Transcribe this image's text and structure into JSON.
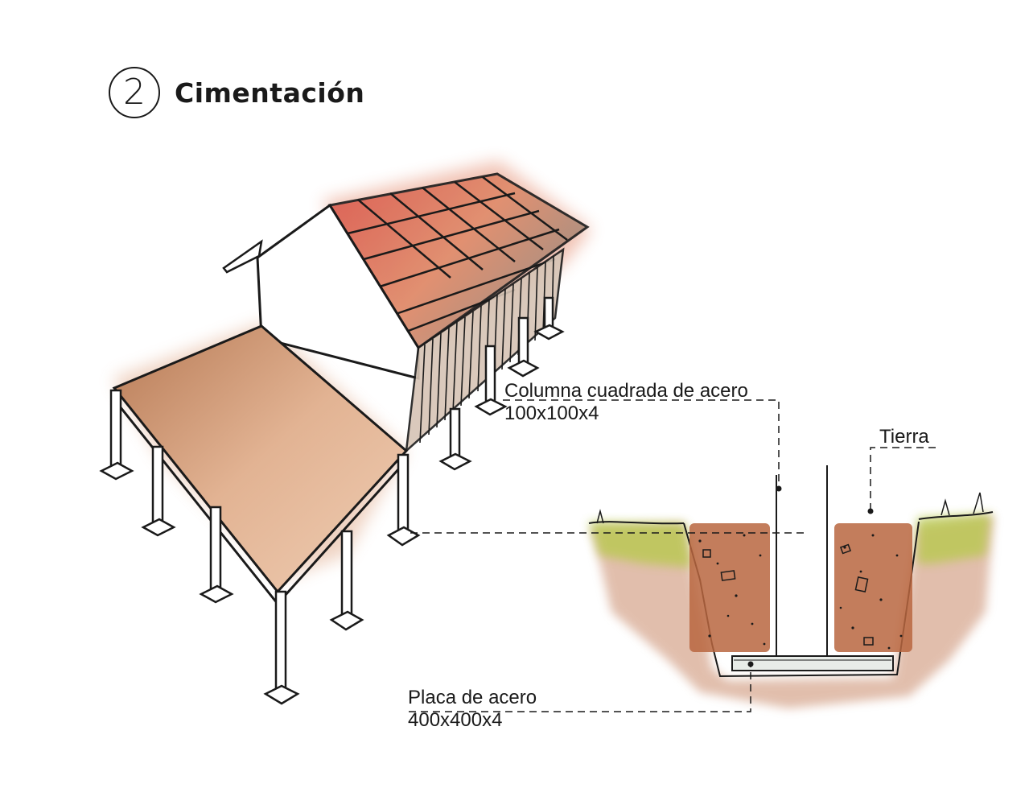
{
  "header": {
    "step_number": "2",
    "title": "Cimentación"
  },
  "callouts": {
    "column": {
      "line1": "Columna cuadrada de acero",
      "line2": "100x100x4"
    },
    "soil": {
      "line1": "Tierra"
    },
    "plate": {
      "line1": "Placa de acero",
      "line2": "400x400x4"
    }
  },
  "colors": {
    "ink": "#1a1a1a",
    "roof_terracotta": "#d9735a",
    "deck_tan": "#dba98a",
    "soil_brown": "#a95a3c",
    "grass_green": "#a9c23f"
  }
}
